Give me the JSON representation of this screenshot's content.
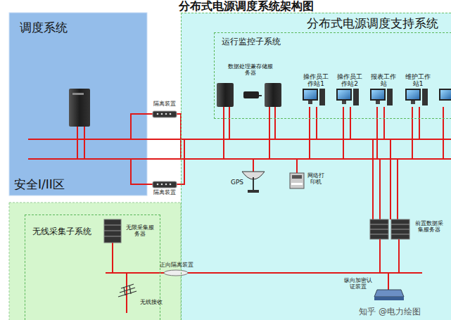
{
  "diagram": {
    "title": "分布式电源调度系统架构图",
    "nodes": [
      {
        "text": [
          "调度系统",
          "安全I/II区"
        ]
      },
      {
        "text": [
          "分布式电源调度支持系统"
        ]
      },
      {
        "text": [
          "运行监控子系统"
        ],
        "in": 1
      },
      {
        "text": [
          "数据处理兼存储服务器"
        ],
        "in": 2
      },
      {
        "text": [
          "操作员工作站1"
        ],
        "in": 2
      },
      {
        "text": [
          "操作员工作站2"
        ],
        "in": 2
      },
      {
        "text": [
          "报表工作站"
        ],
        "in": 2
      },
      {
        "text": [
          "维护工作站1"
        ],
        "in": 2
      },
      {
        "text": [
          "GPS"
        ],
        "in": 1
      },
      {
        "text": [
          "网络打印机"
        ],
        "in": 1
      },
      {
        "text": [
          "前置数据采集服务器"
        ],
        "in": 1
      },
      {
        "text": [
          "纵向加密认证装置"
        ],
        "in": 1
      },
      {
        "text": [
          "无线采集子系统"
        ]
      },
      {
        "text": [
          "无限采集服务器"
        ],
        "in": 12
      },
      {
        "text": [
          "无线接收"
        ],
        "in": 12
      }
    ],
    "labels": [
      "隔离装置",
      "隔离装置",
      "正向隔离装置",
      "知乎 @电力绘图"
    ]
  }
}
